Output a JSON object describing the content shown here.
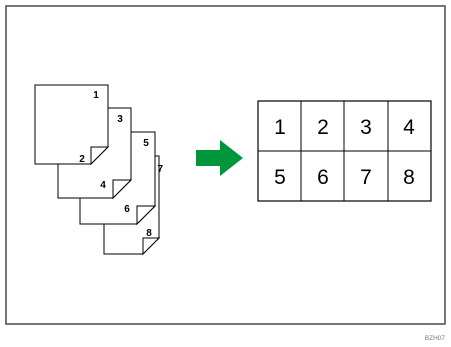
{
  "diagram": {
    "pages": [
      {
        "front": "1",
        "back": "2"
      },
      {
        "front": "3",
        "back": "4"
      },
      {
        "front": "5",
        "back": "6"
      },
      {
        "front": "7",
        "back": "8"
      }
    ],
    "result_grid": [
      [
        "1",
        "2",
        "3",
        "4"
      ],
      [
        "5",
        "6",
        "7",
        "8"
      ]
    ],
    "arrow_color": "#00953a",
    "arrow_icon": "right-arrow-icon",
    "figure_code": "BZH07"
  }
}
